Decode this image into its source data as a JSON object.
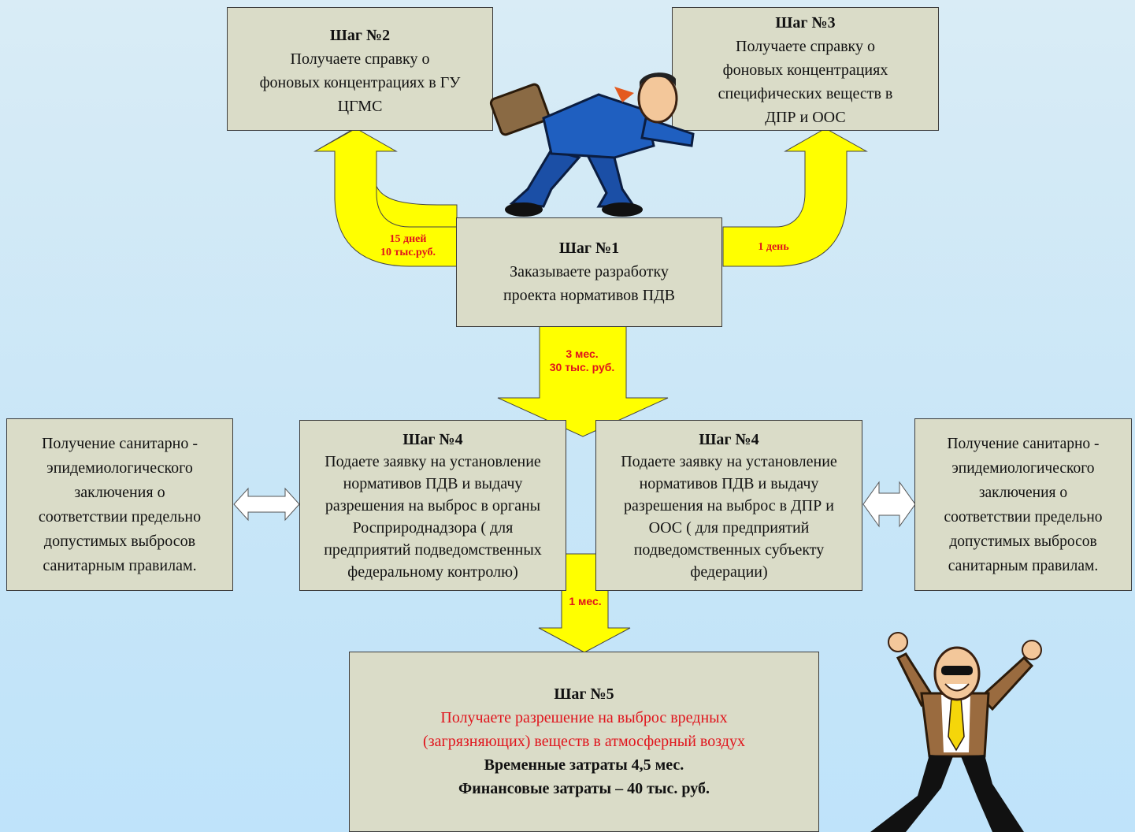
{
  "colors": {
    "arrow_fill": "#ffff00",
    "box_fill": "#dadcc8",
    "accent_red": "#e0141c"
  },
  "step2": {
    "title": "Шаг №2",
    "lines": [
      "Получаете справку о",
      "фоновых концентрациях в ГУ",
      "ЦГМС"
    ]
  },
  "step3": {
    "title": "Шаг №3",
    "lines": [
      "Получаете справку о",
      "фоновых концентрациях",
      "специфических веществ в",
      "ДПР и ООС"
    ]
  },
  "step1": {
    "title": "Шаг №1",
    "lines": [
      "Заказываете разработку",
      "проекта нормативов ПДВ"
    ]
  },
  "step4_left": {
    "title": "Шаг №4",
    "lines": [
      "Подаете заявку на установление",
      "нормативов ПДВ и выдачу",
      "разрешения на выброс в органы",
      "Росприроднадзора ( для",
      "предприятий подведомственных",
      "федеральному контролю)"
    ]
  },
  "step4_right": {
    "title": "Шаг №4",
    "lines": [
      "Подаете заявку на установление",
      "нормативов ПДВ и выдачу",
      "разрешения на выброс в ДПР и",
      "ООС ( для предприятий",
      "подведомственных субъекту",
      "федерации)"
    ]
  },
  "sanitary_left": {
    "lines": [
      "Получение санитарно -",
      "эпидемиологического",
      "заключения о",
      "соответствии  предельно",
      "допустимых выбросов",
      "санитарным правилам."
    ]
  },
  "sanitary_right": {
    "lines": [
      "Получение санитарно -",
      "эпидемиологического",
      "заключения о",
      "соответствии  предельно",
      "допустимых выбросов",
      "санитарным правилам."
    ]
  },
  "step5": {
    "title": "Шаг №5",
    "red_lines": [
      "Получаете разрешение на выброс вредных",
      "(загрязняющих) веществ в атмосферный воздух"
    ],
    "time": "Временные затраты 4,5 мес.",
    "cost": "Финансовые затраты – 40 тыс. руб."
  },
  "labels": {
    "to_step2": [
      "15 дней",
      "10 тыс.руб."
    ],
    "to_step3": "1 день",
    "to_step4": [
      "3 мес.",
      "30 тыс. руб."
    ],
    "to_step5": "1 мес."
  },
  "illustrations": {
    "top": "running-businessman-with-briefcase",
    "bottom": "celebrating-man-in-sunglasses"
  }
}
